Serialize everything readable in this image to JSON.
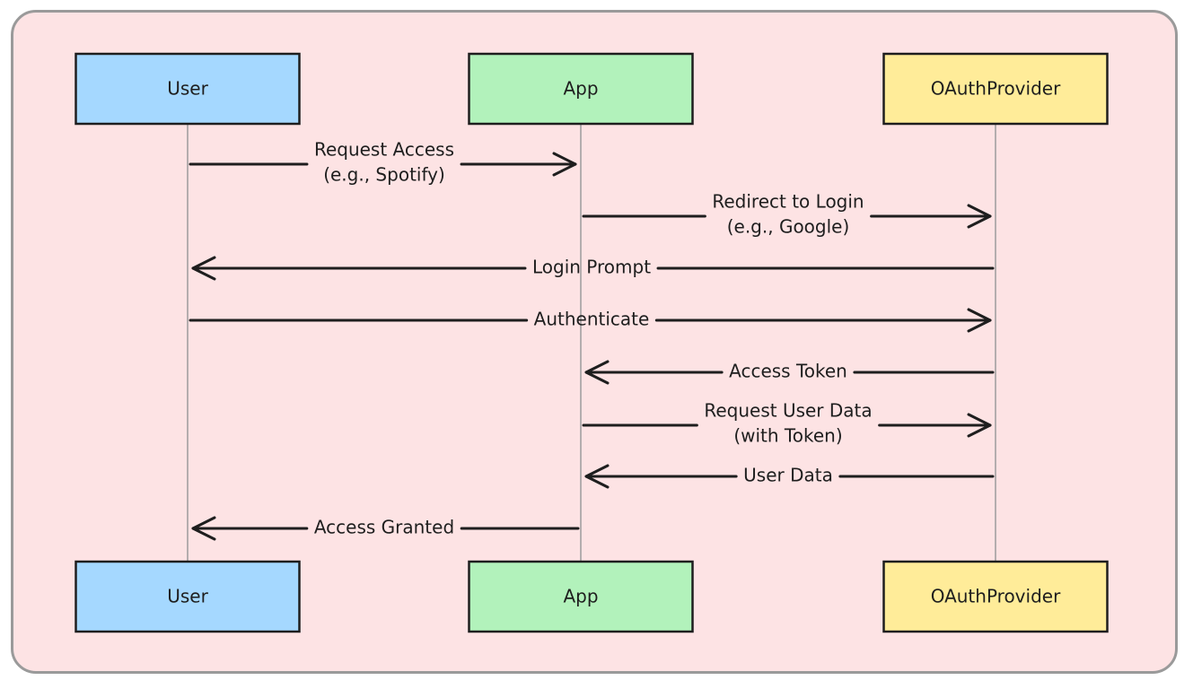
{
  "colors": {
    "background": "#fde3e4",
    "frame_border": "#9a9a9a",
    "stroke": "#1e1e1e",
    "lifeline": "#9b9b9b"
  },
  "actors": [
    {
      "id": "user",
      "label": "User",
      "fill": "#a5d8ff"
    },
    {
      "id": "app",
      "label": "App",
      "fill": "#b2f2bb"
    },
    {
      "id": "oauth",
      "label": "OAuthProvider",
      "fill": "#ffec99"
    }
  ],
  "messages": [
    {
      "from": "user",
      "to": "app",
      "lines": [
        "Request Access",
        "(e.g., Spotify)"
      ]
    },
    {
      "from": "app",
      "to": "oauth",
      "lines": [
        "Redirect to Login",
        "(e.g., Google)"
      ]
    },
    {
      "from": "oauth",
      "to": "user",
      "lines": [
        "Login Prompt"
      ]
    },
    {
      "from": "user",
      "to": "oauth",
      "lines": [
        "Authenticate"
      ]
    },
    {
      "from": "oauth",
      "to": "app",
      "lines": [
        "Access Token"
      ]
    },
    {
      "from": "app",
      "to": "oauth",
      "lines": [
        "Request User Data",
        "(with Token)"
      ]
    },
    {
      "from": "oauth",
      "to": "app",
      "lines": [
        "User Data"
      ]
    },
    {
      "from": "app",
      "to": "user",
      "lines": [
        "Access Granted"
      ]
    }
  ]
}
